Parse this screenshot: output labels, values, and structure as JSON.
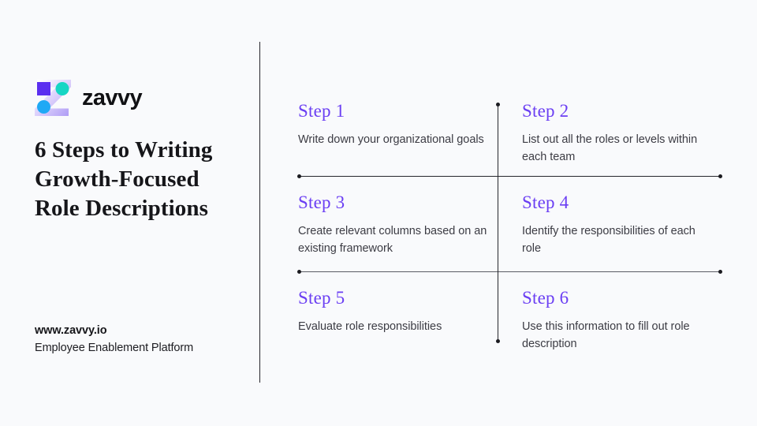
{
  "brand": {
    "logo_icon": "zavvy-z-logo-icon",
    "wordmark": "zavvy",
    "colors": {
      "purple_square": "#5b2ff0",
      "teal_circle": "#16d6c4",
      "blue_circle": "#1fa9f5",
      "lavender_shape": "#b9a6f7",
      "accent": "#6b3ff3"
    }
  },
  "headline": "6 Steps to Writing Growth-Focused Role Descriptions",
  "footer": {
    "url": "www.zavvy.io",
    "tagline": "Employee Enablement Platform"
  },
  "steps": [
    {
      "title": "Step 1",
      "description": "Write down your organizational goals"
    },
    {
      "title": "Step 2",
      "description": "List out all the roles or levels within each team"
    },
    {
      "title": "Step 3",
      "description": "Create relevant columns based on an existing framework"
    },
    {
      "title": "Step 4",
      "description": "Identify the responsibilities of each role"
    },
    {
      "title": "Step 5",
      "description": "Evaluate role responsibilities"
    },
    {
      "title": "Step 6",
      "description": "Use this information to fill out role description"
    }
  ]
}
